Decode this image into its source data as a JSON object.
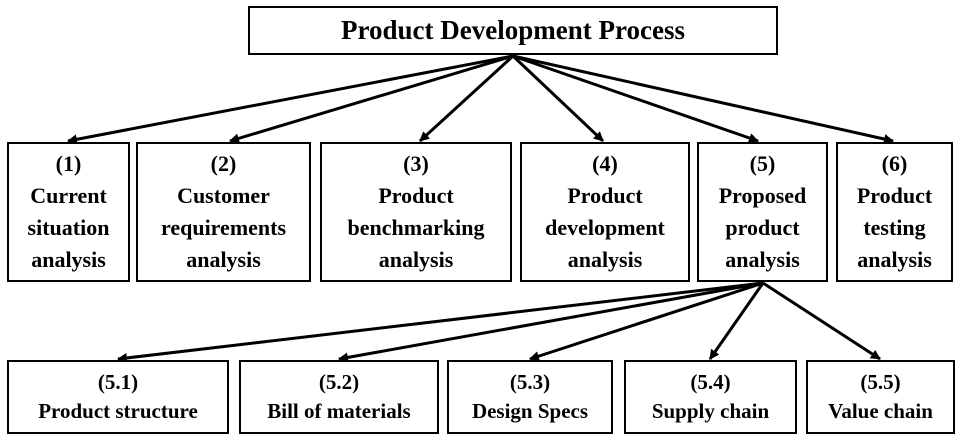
{
  "title": "Product Development Process",
  "stages": [
    {
      "number": "(1)",
      "lines": [
        "Current",
        "situation",
        "analysis"
      ]
    },
    {
      "number": "(2)",
      "lines": [
        "Customer",
        "requirements",
        "analysis"
      ]
    },
    {
      "number": "(3)",
      "lines": [
        "Product",
        "benchmarking",
        "analysis"
      ]
    },
    {
      "number": "(4)",
      "lines": [
        "Product",
        "development",
        "analysis"
      ]
    },
    {
      "number": "(5)",
      "lines": [
        "Proposed",
        "product",
        "analysis"
      ]
    },
    {
      "number": "(6)",
      "lines": [
        "Product",
        "testing",
        "analysis"
      ]
    }
  ],
  "substages": [
    {
      "number": "(5.1)",
      "label": "Product structure"
    },
    {
      "number": "(5.2)",
      "label": "Bill of materials"
    },
    {
      "number": "(5.3)",
      "label": "Design Specs"
    },
    {
      "number": "(5.4)",
      "label": "Supply chain"
    },
    {
      "number": "(5.5)",
      "label": "Value chain"
    }
  ]
}
